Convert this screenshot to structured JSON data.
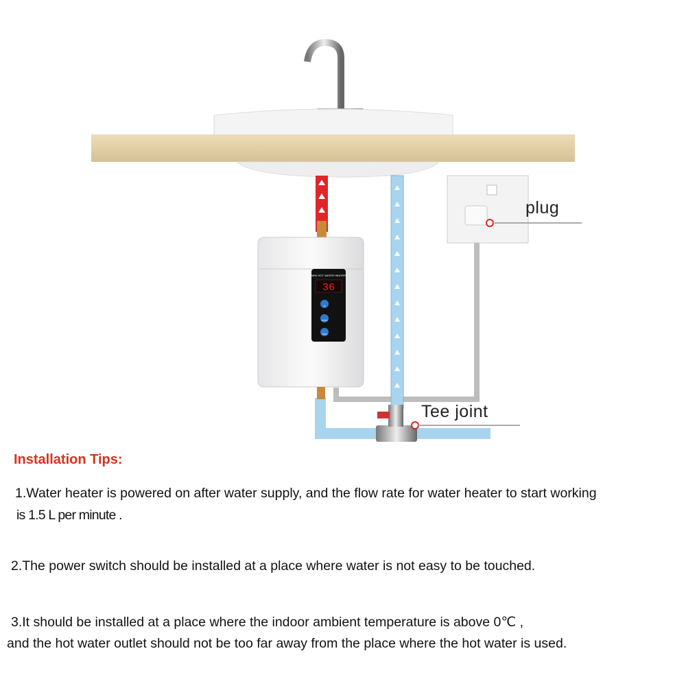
{
  "diagram": {
    "labels": {
      "plug": "plug",
      "tee_joint": "Tee joint"
    },
    "heater_panel": {
      "brand_text": "MINI HOT WATER HEATER",
      "temperature": "36",
      "buttons": [
        "UP",
        "ON/OFF",
        "DOWN"
      ]
    },
    "colors": {
      "hot_pipe": "#e0262a",
      "cold_pipe": "#a8d4ee",
      "countertop": "#e3d1aa",
      "cable": "#b8b8b8",
      "tips_title": "#d8321f"
    }
  },
  "tips": {
    "title": "Installation Tips:",
    "tip1_line1": "1.Water heater is powered on after water supply, and the flow rate for water heater to start working",
    "tip1_line2": "is 1.5 L per minute .",
    "tip2": "2.The power switch should be installed at a place where water is not easy to be touched.",
    "tip3_line1": "3.It should be installed at a place where the indoor ambient temperature is above 0℃ ,",
    "tip3_line2": "and the hot water outlet should not be too far away from the place where the hot water is used."
  }
}
